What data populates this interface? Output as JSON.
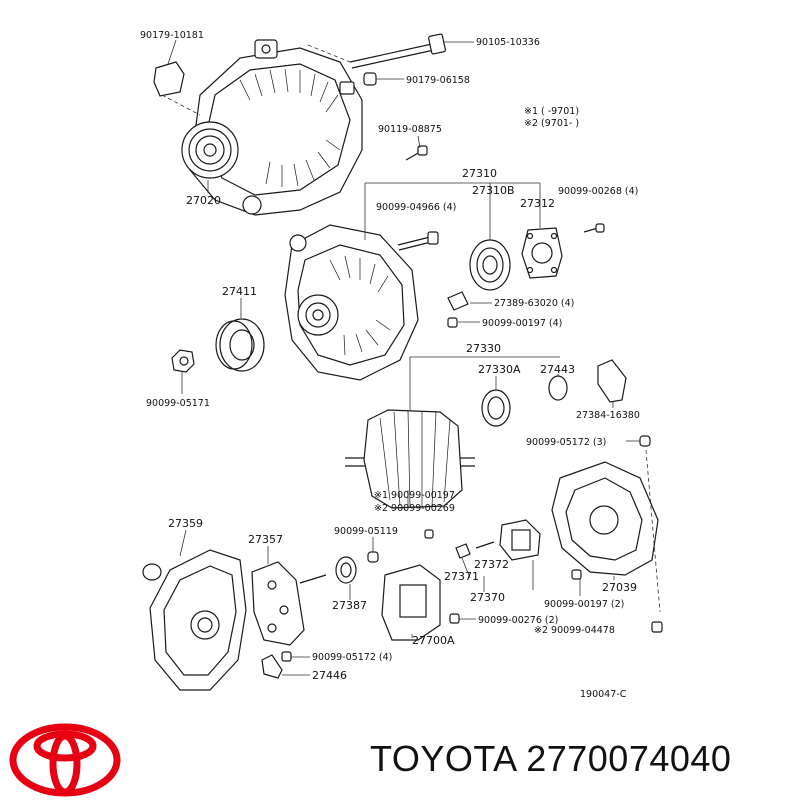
{
  "brand": {
    "name": "TOYOTA",
    "part_number": "2770074040",
    "logo_color": "#e60012"
  },
  "diagram": {
    "ref_code": "190047-C",
    "legend": {
      "line1": "※1 (        -9701)",
      "line2": "※2 (9701-        )"
    },
    "labels": {
      "l01": "90179-10181",
      "l02": "90105-10336",
      "l03": "90179-06158",
      "l04": "90119-08875",
      "l05": "27020",
      "l06": "27310",
      "l07": "27310B",
      "l08": "90099-00268 (4)",
      "l09": "90099-04966 (4)",
      "l10": "27312",
      "l11": "27411",
      "l12": "27389-63020 (4)",
      "l13": "90099-00197 (4)",
      "l14": "90099-05171",
      "l15": "27330",
      "l16": "27330A",
      "l17": "27443",
      "l18": "27384-16380",
      "l19": "90099-05172 (3)",
      "l20": "※1 90099-00197",
      "l21": "※2 90099-00269",
      "l22": "27359",
      "l23": "27357",
      "l24": "90099-05119",
      "l25": "27371",
      "l26": "27372",
      "l27": "27387",
      "l28": "27370",
      "l29": "27039",
      "l30": "90099-00197 (2)",
      "l31": "90099-00276 (2)",
      "l32": "27700A",
      "l33": "※2 90099-04478",
      "l34": "90099-05172 (4)",
      "l35": "27446"
    }
  }
}
